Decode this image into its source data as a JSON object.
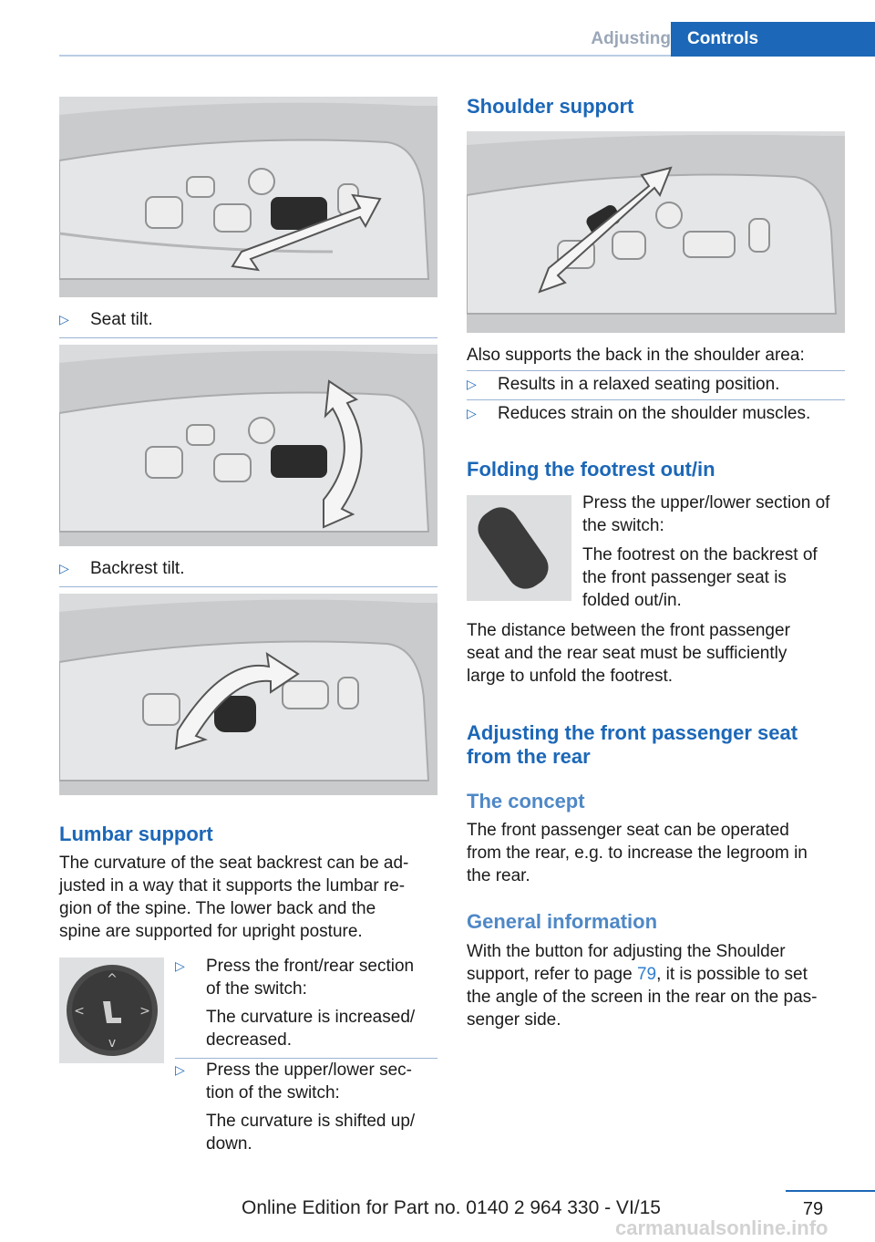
{
  "header": {
    "section": "Adjusting",
    "chapter": "Controls"
  },
  "left": {
    "caption_seat_tilt": "Seat tilt.",
    "caption_backrest_tilt": "Backrest tilt.",
    "lumbar": {
      "heading": "Lumbar support",
      "body": [
        "The curvature of the seat backrest can be ad‐",
        "justed in a way that it supports the lumbar re‐",
        "gion of the spine. The lower back and the",
        "spine are supported for upright posture."
      ],
      "items": [
        {
          "lines": [
            "Press the front/rear section",
            "of the switch:"
          ],
          "result": [
            "The curvature is increased/",
            "decreased."
          ]
        },
        {
          "lines": [
            "Press the upper/lower sec‐",
            "tion of the switch:"
          ],
          "result": [
            "The curvature is shifted up/",
            "down."
          ]
        }
      ]
    }
  },
  "right": {
    "shoulder": {
      "heading": "Shoulder support",
      "intro": "Also supports the back in the shoulder area:",
      "items": [
        "Results in a relaxed seating position.",
        "Reduces strain on the shoulder muscles."
      ]
    },
    "footrest": {
      "heading": "Folding the footrest out/in",
      "side_text": [
        "Press the upper/lower section of",
        "the switch:"
      ],
      "side_text2": [
        "The footrest on the backrest of",
        "the front passenger seat is",
        "folded out/in."
      ],
      "body": [
        "The distance between the front passenger",
        "seat and the rear seat must be sufficiently",
        "large to unfold the footrest."
      ]
    },
    "rear_adjust": {
      "heading": [
        "Adjusting the front passenger seat",
        "from the rear"
      ],
      "concept_heading": "The concept",
      "concept_body": [
        "The front passenger seat can be operated",
        "from the rear, e.g. to increase the legroom in",
        "the rear."
      ],
      "general_heading": "General information",
      "general_l1": "With the button for adjusting the Shoulder",
      "general_l2_pre": "support, refer to page ",
      "general_l2_link": "79",
      "general_l2_post": ", it is possible to set",
      "general_l3": "the angle of the screen in the rear on the pas‐",
      "general_l4": "senger side."
    }
  },
  "footer": {
    "page_number": "79",
    "edition": "Online Edition for Part no. 0140 2 964 330 - VI/15",
    "watermark": "carmanualsonline.info"
  },
  "icons": {
    "bullet": "triangle-right-icon"
  },
  "colors": {
    "accent": "#1c67b7",
    "subheading": "#4f88c6",
    "link": "#2f7fd1"
  }
}
